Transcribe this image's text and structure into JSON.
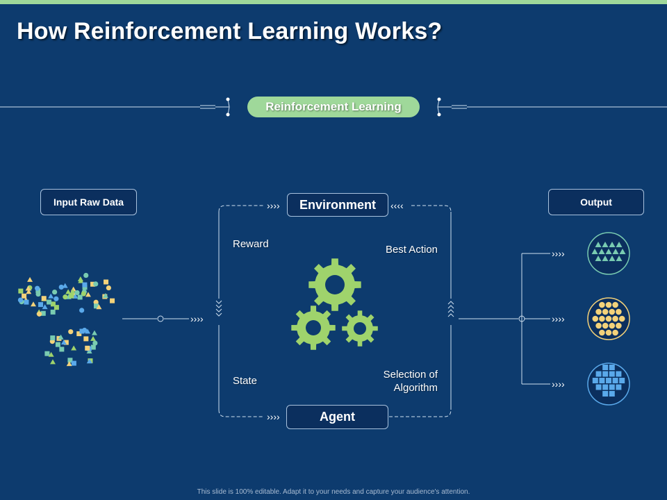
{
  "title": "How Reinforcement Learning Works?",
  "center_label": "Reinforcement Learning",
  "nodes": {
    "input": "Input Raw Data",
    "output": "Output",
    "environment": "Environment",
    "agent": "Agent"
  },
  "edge_labels": {
    "reward": "Reward",
    "best_action": "Best Action",
    "state": "State",
    "selection_line1": "Selection of",
    "selection_line2": "Algorithm"
  },
  "footer": "This slide is 100% editable. Adapt it to your needs and capture your audience's attention.",
  "colors": {
    "background": "#0d3b6e",
    "accent_green": "#9fd89a",
    "gear_green": "#9fd36c",
    "yellow": "#f3d27a",
    "teal": "#79cbb1",
    "blue": "#5aa9ea"
  },
  "icons": [
    "gears-icon",
    "triangle-cluster-icon",
    "circle-cluster-icon",
    "square-cluster-icon"
  ]
}
